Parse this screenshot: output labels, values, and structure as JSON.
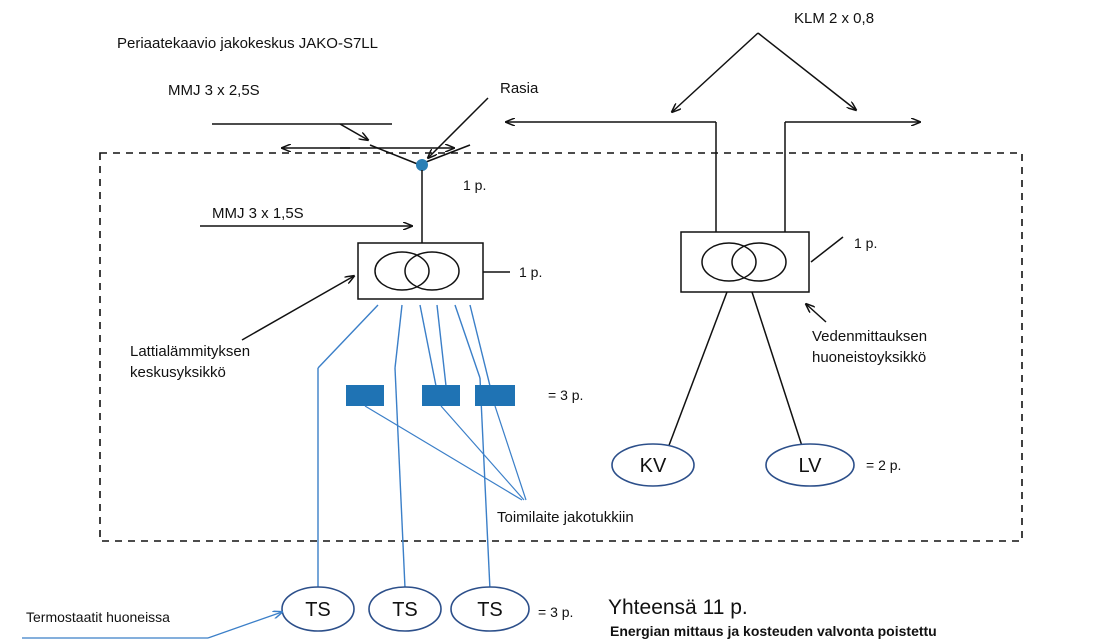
{
  "title": "Periaatekaavio jakokeskus JAKO-S7LL",
  "cable_top_right": "KLM 2 x 0,8",
  "cable_top_left": "MMJ 3 x 2,5S",
  "rasia": "Rasia",
  "cable_mid_left": "MMJ 3 x 1,5S",
  "points": {
    "rasia": "1 p.",
    "floor_unit": "1 p.",
    "water_unit": "1 p.",
    "actuators": "= 3 p.",
    "valves": "= 2 p.",
    "thermostats": "= 3 p."
  },
  "floor_unit_label": [
    "Lattialämmityksen",
    "keskusyksikkö"
  ],
  "water_unit_label": [
    "Vedenmittauksen",
    "huoneistoyksikkö"
  ],
  "actuators_label": "Toimilaite jakotukkiin",
  "valves": [
    "KV",
    "LV"
  ],
  "thermostats": [
    "TS",
    "TS",
    "TS"
  ],
  "thermostats_label": "Termostaatit huoneissa",
  "total": "Yhteensä 11 p.",
  "note": "Energian mittaus ja kosteuden valvonta poistettu",
  "colors": {
    "line": "#111111",
    "blue": "#3b7fc8",
    "actuator": "#1f73b4",
    "node_stroke": "#2c4f8a"
  }
}
